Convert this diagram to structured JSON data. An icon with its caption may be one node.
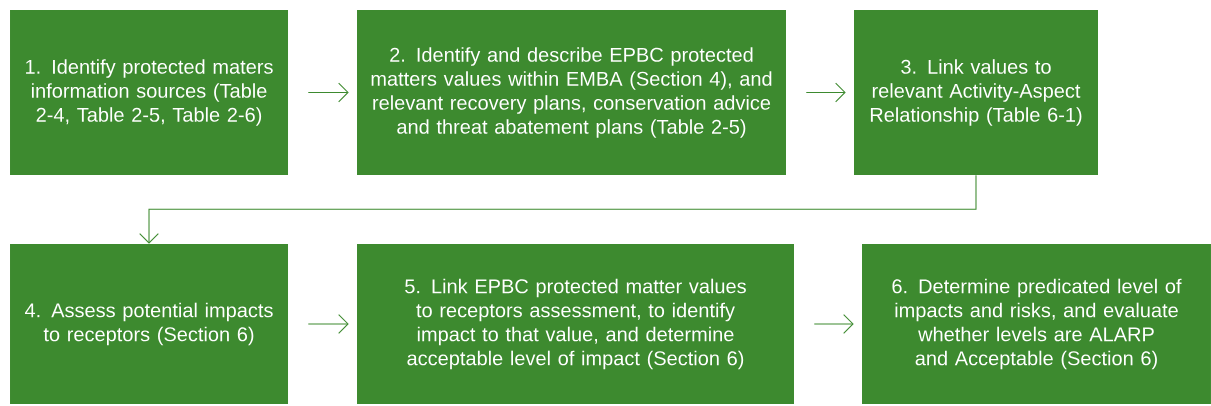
{
  "diagram": {
    "nodes": [
      {
        "text": [
          "1. Identify protected maters information sources (Table 2-4, Table 2-5, Table 2-6)"
        ]
      },
      {
        "text": [
          "2. Identify and describe EPBC protected matters values within EMBA (Section 4), and relevant recovery plans, conservation advice and threat abatement plans (Table 2-5)"
        ]
      },
      {
        "text": [
          "3. Link values to relevant Activity-Aspect Relationship (Table 6-1)"
        ]
      },
      {
        "text": [
          "4. Assess potential impacts to receptors (Section 6)"
        ]
      },
      {
        "text": [
          "5. Link EPBC protected matter values to receptors assessment, to identify impact to that value, and determine acceptable level of impact (Section 6)"
        ]
      },
      {
        "text": [
          "6. Determine predicated level of impacts and risks, and evaluate whether levels are ALARP and Acceptable (Section 6)"
        ]
      }
    ],
    "edges": [
      {
        "from": 0,
        "to": 1,
        "arrow": "to"
      },
      {
        "from": 1,
        "to": 2,
        "arrow": "to"
      },
      {
        "from": 2,
        "to": 3,
        "arrow": "to"
      },
      {
        "from": 3,
        "to": 4,
        "arrow": "to"
      },
      {
        "from": 4,
        "to": 5,
        "arrow": "to"
      }
    ]
  }
}
